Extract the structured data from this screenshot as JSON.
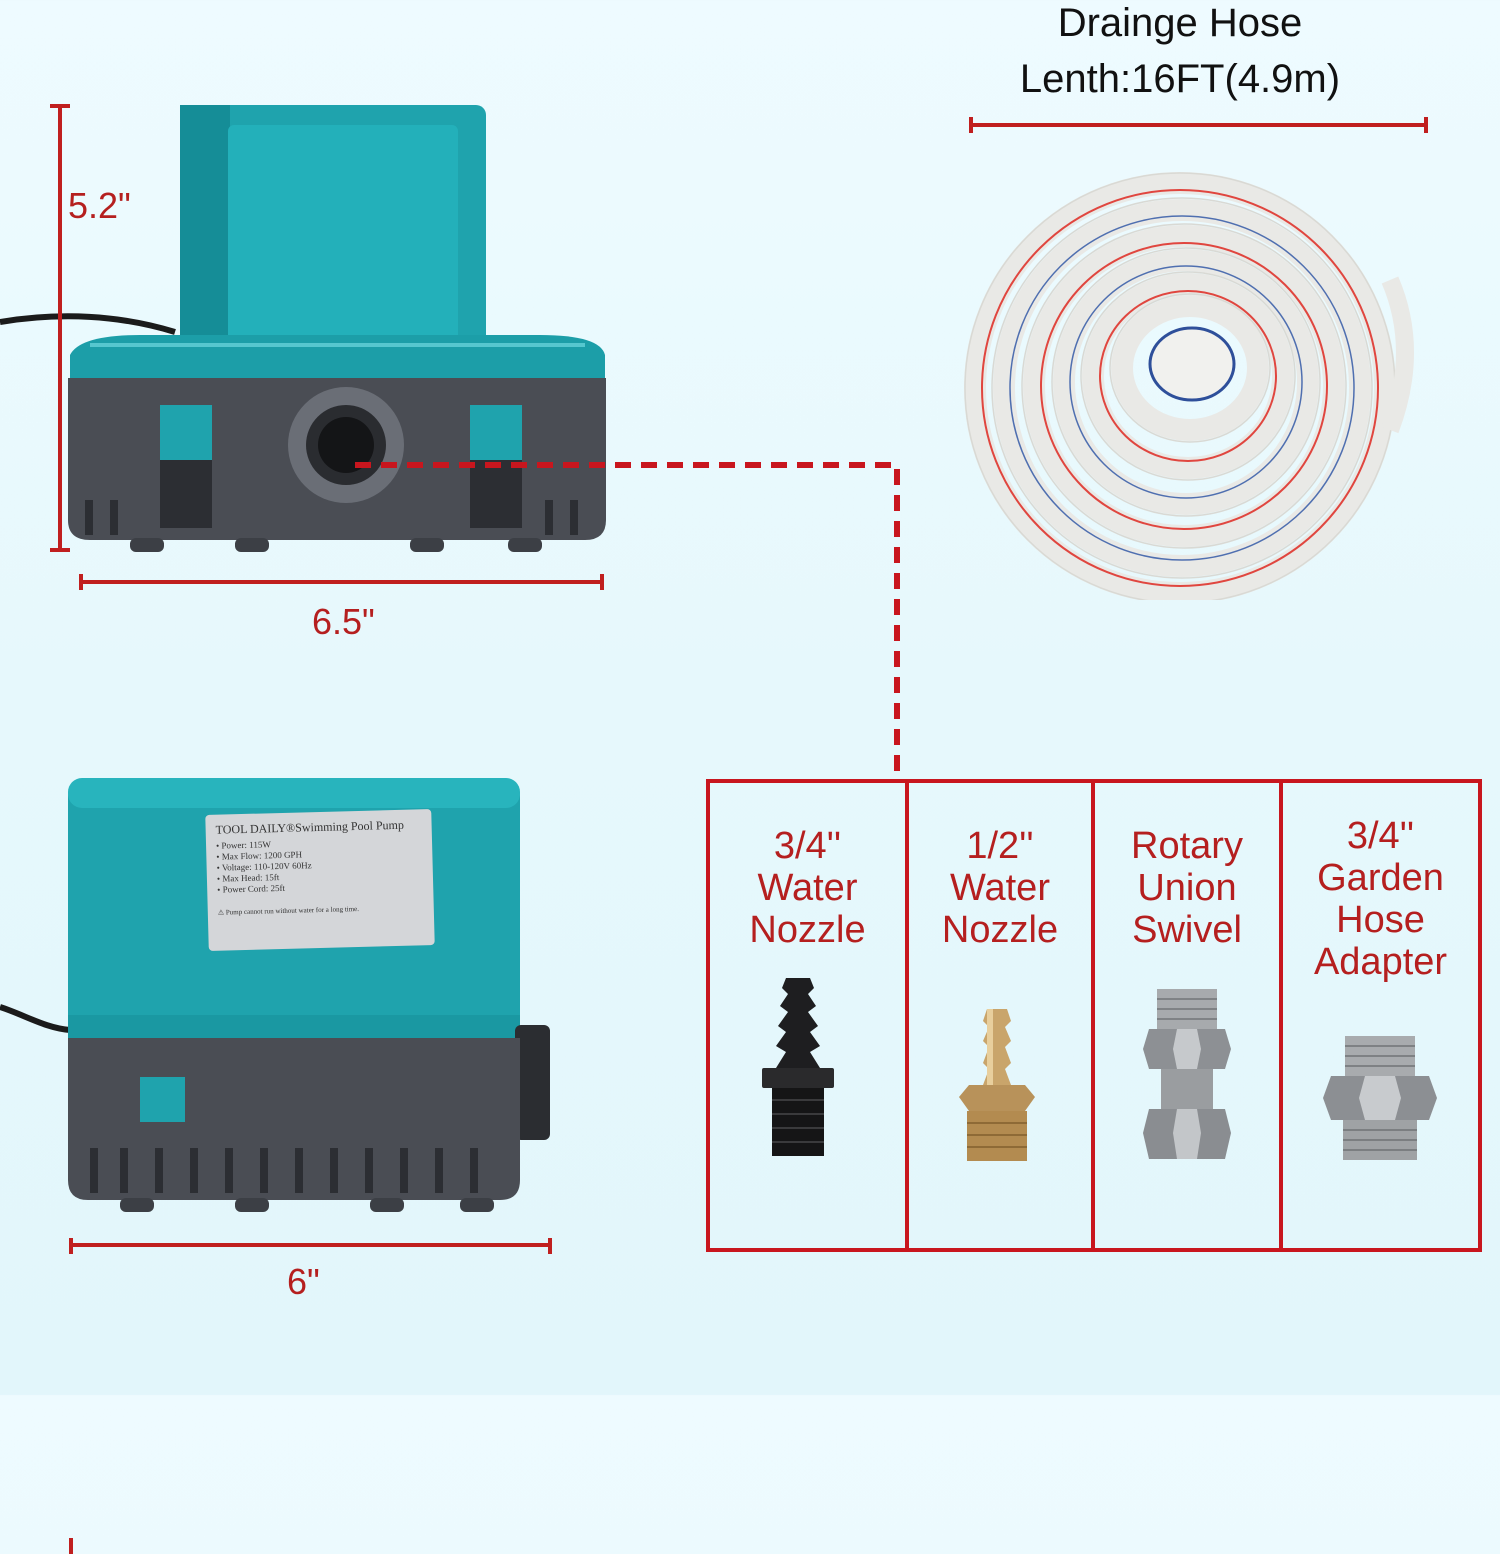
{
  "dimensions": {
    "pump_height": "5.2\"",
    "pump_width_front": "6.5\"",
    "pump_width_side": "6\""
  },
  "hose": {
    "title_line1": "Drainge Hose",
    "title_line2": "Lenth:16FT(4.9m)"
  },
  "pump_label": {
    "title": "TOOL DAILY®Swimming Pool Pump",
    "specs": [
      "• Power: 115W",
      "• Max Flow: 1200 GPH",
      "• Voltage: 110-120V 60Hz",
      "• Max Head: 15ft",
      "• Power Cord: 25ft"
    ],
    "warning": "⚠ Pump cannot run without water for a long time."
  },
  "accessories": [
    {
      "label": "3/4''\nWater\nNozzle",
      "icon": "black-barbed-nozzle-icon"
    },
    {
      "label": "1/2''\nWater\nNozzle",
      "icon": "brass-barbed-nozzle-icon"
    },
    {
      "label": "Rotary\nUnion\nSwivel",
      "icon": "steel-swivel-icon"
    },
    {
      "label": "3/4''\nGarden\nHose\nAdapter",
      "icon": "steel-hose-adapter-icon"
    }
  ],
  "colors": {
    "accent_red": "#c8161e",
    "pump_teal": "#1aa3ad",
    "pump_base": "#4a4d54"
  }
}
